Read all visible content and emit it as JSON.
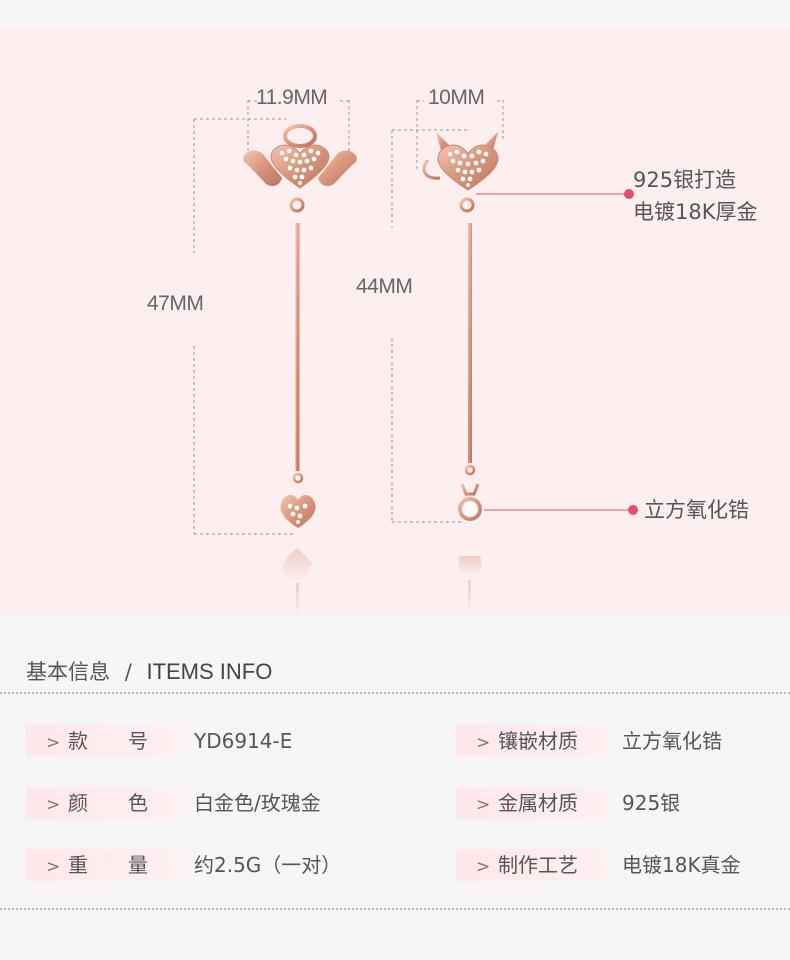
{
  "product": {
    "dimensions": {
      "angel_width": "11.9MM",
      "devil_width": "10MM",
      "angel_length": "47MM",
      "devil_length": "44MM"
    },
    "callouts": {
      "material_line1": "925银打造",
      "material_line2": "电镀18K厚金",
      "stone": "立方氧化锆"
    }
  },
  "info": {
    "title_cn": "基本信息",
    "separator": "/",
    "title_en": "ITEMS INFO",
    "arrow": ">",
    "left": [
      {
        "label": "款　　号",
        "value": "YD6914-E"
      },
      {
        "label": "颜　　色",
        "value": "白金色/玫瑰金"
      },
      {
        "label": "重　　量",
        "value": "约2.5G（一对）"
      }
    ],
    "right": [
      {
        "label": "镶嵌材质",
        "value": "立方氧化锆"
      },
      {
        "label": "金属材质",
        "value": "925银"
      },
      {
        "label": "制作工艺",
        "value": "电镀18K真金"
      }
    ]
  },
  "colors": {
    "hero_bg": "#fdeef0",
    "accent_pink": "#e64d6b",
    "rose_gold": "#dba08a",
    "label_bg": "#ffe7eb"
  }
}
